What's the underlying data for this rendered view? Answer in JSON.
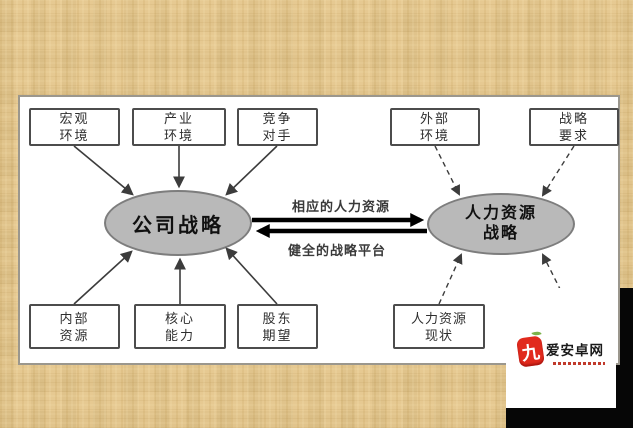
{
  "colors": {
    "background_tan": "#e4c78f",
    "panel_white": "#ffffff",
    "ellipse_fill": "#b9b9b9",
    "line_dark": "#3c3c3c",
    "corner_black": "#060606",
    "logo_red": "#e12a1d",
    "leaf_green": "#7bb24a"
  },
  "diagram": {
    "ellipses": {
      "company_strategy": {
        "label": "公司战略"
      },
      "hr_strategy": {
        "line1": "人力资源",
        "line2": "战略"
      }
    },
    "exchange_arrows": {
      "top_label": "相应的人力资源",
      "bottom_label": "健全的战略平台"
    },
    "boxes": {
      "macro_env": {
        "line1": "宏观",
        "line2": "环境"
      },
      "industry_env": {
        "line1": "产业",
        "line2": "环境"
      },
      "competitors": {
        "line1": "竞争",
        "line2": "对手"
      },
      "external_env": {
        "line1": "外部",
        "line2": "环境"
      },
      "strategy_requirements": {
        "line1": "战略",
        "line2": "要求"
      },
      "internal_resources": {
        "line1": "内部",
        "line2": "资源"
      },
      "core_competence": {
        "line1": "核心",
        "line2": "能力"
      },
      "shareholder_expectations": {
        "line1": "股东",
        "line2": "期望"
      },
      "hr_current_status": {
        "line1": "人力资源",
        "line2": "现状"
      }
    }
  },
  "watermark": {
    "badge_glyph": "九",
    "site_name": "爱安卓网"
  }
}
